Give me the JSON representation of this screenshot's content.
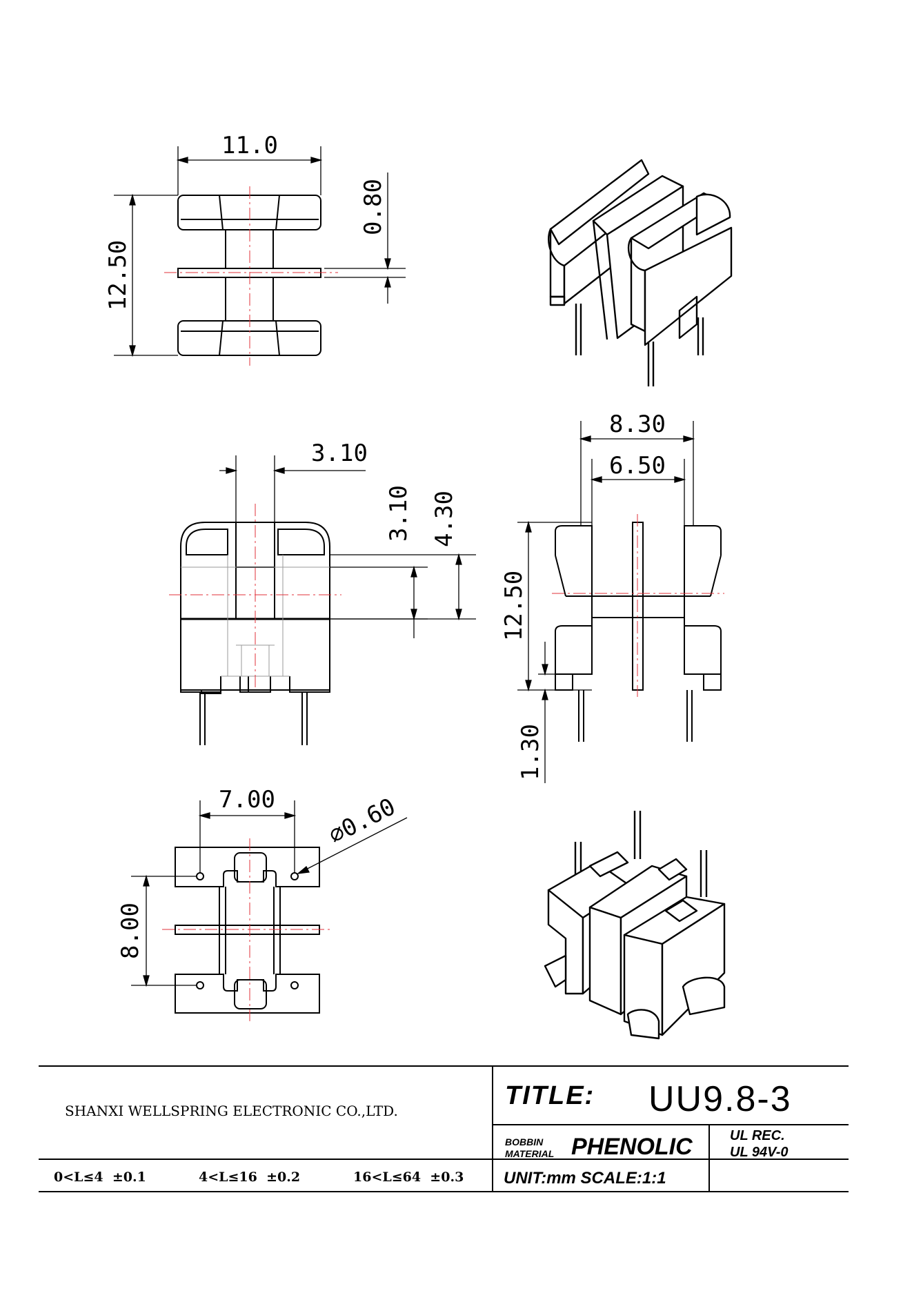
{
  "dimensions": {
    "top_width": "11.0",
    "top_height": "12.50",
    "top_flange": "0.80",
    "front_slot_width": "3.10",
    "front_slot_height": "3.10",
    "front_window_height": "4.30",
    "side_outer_width": "8.30",
    "side_inner_width": "6.50",
    "side_height": "12.50",
    "side_pin_length": "1.30",
    "bottom_pin_pitch": "7.00",
    "bottom_pin_diameter": "⌀0.60",
    "bottom_height": "8.00"
  },
  "title_block": {
    "company": "SHANXI WELLSPRING ELECTRONIC CO.,LTD.",
    "title_label": "TITLE:",
    "part_number": "UU9.8-3",
    "bobbin_label_line1": "BOBBIN",
    "bobbin_label_line2": "MATERIAL",
    "material": "PHENOLIC",
    "ul_line1": "UL REC.",
    "ul_line2": "UL 94V-0",
    "unit_scale": "UNIT:mm SCALE:1:1",
    "tolerance_1": "0<L≤4  ±0.1",
    "tolerance_2": "4<L≤16  ±0.2",
    "tolerance_3": "16<L≤64  ±0.3"
  },
  "colors": {
    "line": "#000000",
    "centerline": "#e0303a",
    "hidden": "#9a9a9a"
  }
}
